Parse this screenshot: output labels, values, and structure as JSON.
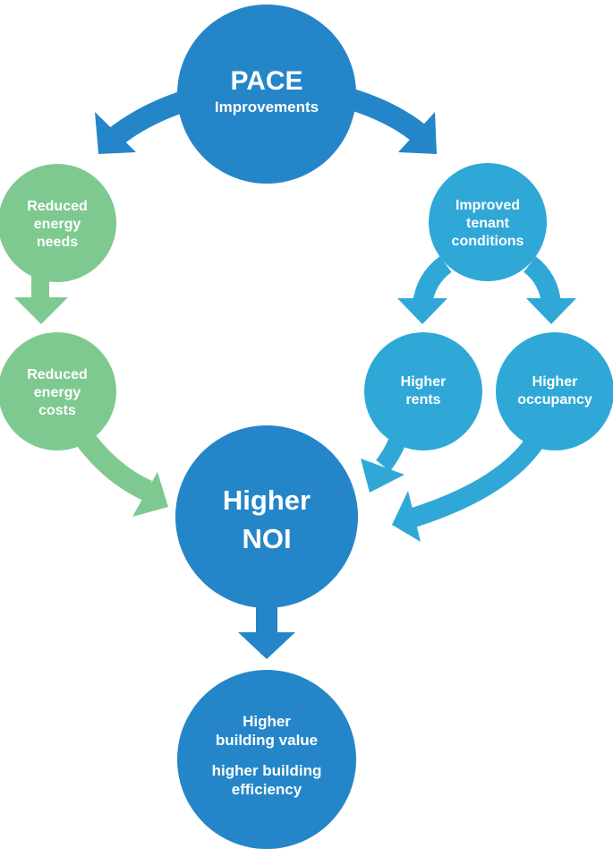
{
  "colors": {
    "dark_blue": "#2486c8",
    "light_blue": "#2fa8d8",
    "green": "#7ec98f",
    "text": "#ffffff",
    "background": "#ffffff"
  },
  "nodes": {
    "pace": {
      "title": "PACE",
      "subtitle": "Improvements"
    },
    "reduced_energy_needs": {
      "lines": [
        "Reduced",
        "energy",
        "needs"
      ]
    },
    "reduced_energy_costs": {
      "lines": [
        "Reduced",
        "energy",
        "costs"
      ]
    },
    "improved_tenant_conditions": {
      "lines": [
        "Improved",
        "tenant",
        "conditions"
      ]
    },
    "higher_rents": {
      "lines": [
        "Higher",
        "rents"
      ]
    },
    "higher_occupancy": {
      "lines": [
        "Higher",
        "occupancy"
      ]
    },
    "higher_noi": {
      "lines": [
        "Higher",
        "NOI"
      ]
    },
    "building_value": {
      "line1": [
        "Higher",
        "building value"
      ],
      "line2": [
        "higher building",
        "efficiency"
      ]
    }
  }
}
